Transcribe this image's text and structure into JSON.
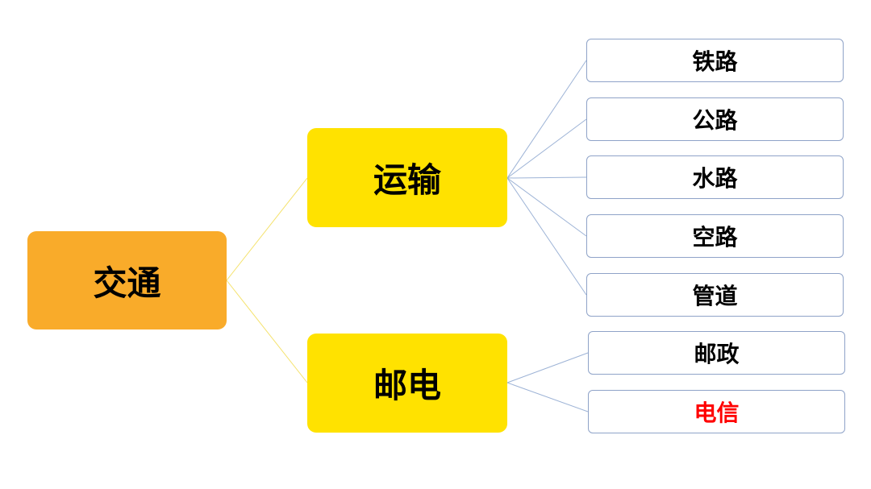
{
  "colors": {
    "root_fill": "#f9ab2a",
    "mid_fill": "#ffe200",
    "leaf_border": "#8fa3c8",
    "root_mid_line": "#f5e26a",
    "mid_leaf_line": "#9db3d6",
    "highlight_text": "#ff0000",
    "text": "#000000"
  },
  "diagram": {
    "root": {
      "label": "交通"
    },
    "branches": [
      {
        "label": "运输",
        "children": [
          {
            "label": "铁路"
          },
          {
            "label": "公路"
          },
          {
            "label": "水路"
          },
          {
            "label": "空路"
          },
          {
            "label": "管道"
          }
        ]
      },
      {
        "label": "邮电",
        "children": [
          {
            "label": "邮政"
          },
          {
            "label": "电信",
            "highlighted": true
          }
        ]
      }
    ]
  }
}
